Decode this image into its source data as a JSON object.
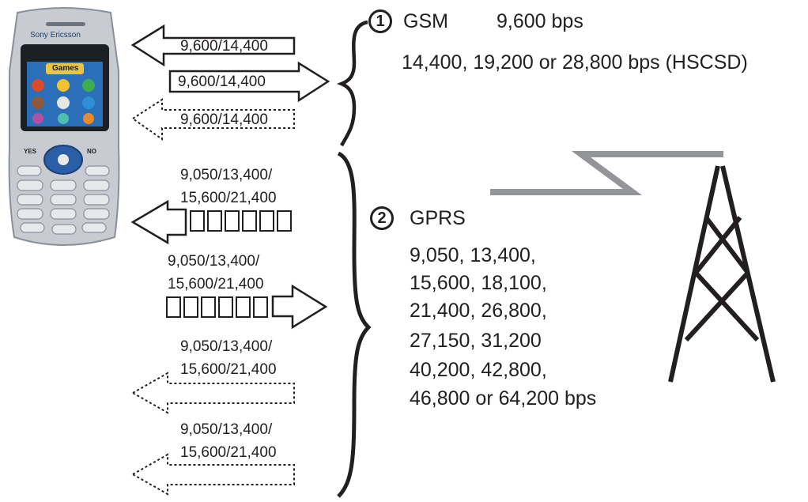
{
  "phone": {
    "brand": "Sony Ericsson",
    "screen_title": "Games",
    "yes_key": "YES",
    "no_key": "NO"
  },
  "gsm": {
    "number": "1",
    "name": "GSM",
    "speed": "9,600 bps",
    "hscsd": "14,400, 19,200 or 28,800 bps (HSCSD)",
    "arrow_labels": [
      "9,600/14,400",
      "9,600/14,400",
      "9,600/14,400"
    ]
  },
  "gprs": {
    "number": "2",
    "name": "GPRS",
    "speeds": [
      "9,050, 13,400,",
      "15,600, 18,100,",
      "21,400, 26,800,",
      "27,150, 31,200",
      "40,200, 42,800,",
      "46,800 or 64,200 bps"
    ],
    "arrow_labels": [
      {
        "line1": "9,050/13,400/",
        "line2": "15,600/21,400"
      },
      {
        "line1": "9,050/13,400/",
        "line2": "15,600/21,400"
      },
      {
        "line1": "9,050/13,400/",
        "line2": "15,600/21,400"
      },
      {
        "line1": "9,050/13,400/",
        "line2": "15,600/21,400"
      }
    ]
  },
  "colors": {
    "ink": "#231f20",
    "lightning": "#939598",
    "phone_body": "#c8ccd2",
    "screen": "#2a6fb8"
  }
}
